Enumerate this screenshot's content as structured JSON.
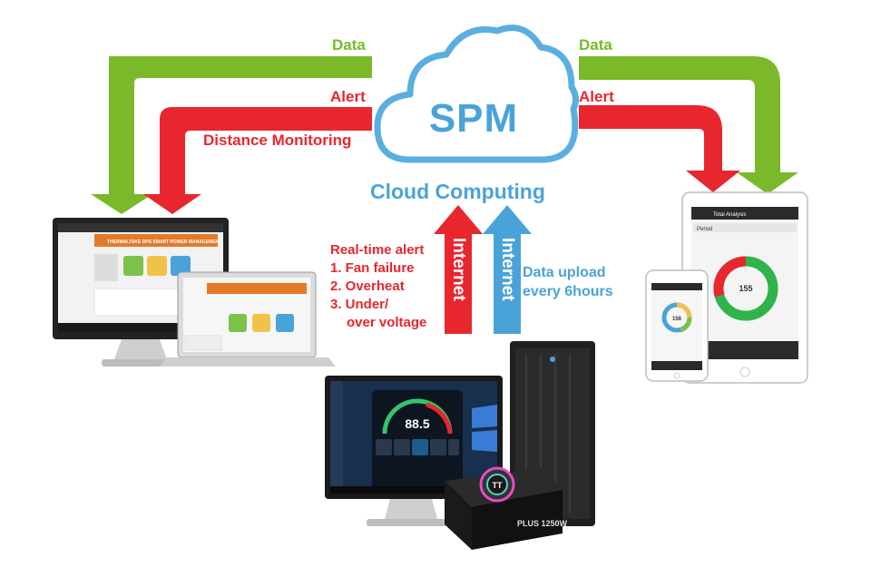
{
  "flows": {
    "left_data": "Data",
    "left_alert": "Alert",
    "left_distance": "Distance Monitoring",
    "right_data": "Data",
    "right_alert": "Alert"
  },
  "cloud": {
    "logo": "SPM",
    "caption": "Cloud Computing"
  },
  "links": {
    "internet_up": "Internet",
    "internet_down": "Internet",
    "alert_title": "Real-time alert",
    "alert_items": [
      "1. Fan failure",
      "2. Overheat",
      "3. Under/",
      "over voltage"
    ],
    "upload_line1": "Data upload",
    "upload_line2": "every 6hours"
  },
  "screens": {
    "desktop_brand": "THERMALTAKE DPS SMART POWER MANAGEMENT",
    "gauge_value": "88.5",
    "tablet_title": "Total Analysis",
    "tablet_period": "Period",
    "tablet_total": "155",
    "phone_total": "156",
    "psu_brand": "TT",
    "psu_model": "PLUS 1250W"
  },
  "colors": {
    "green": "#7ab929",
    "red": "#e8262d",
    "blue": "#4aa3d8",
    "cloud": "#5aaee0"
  }
}
